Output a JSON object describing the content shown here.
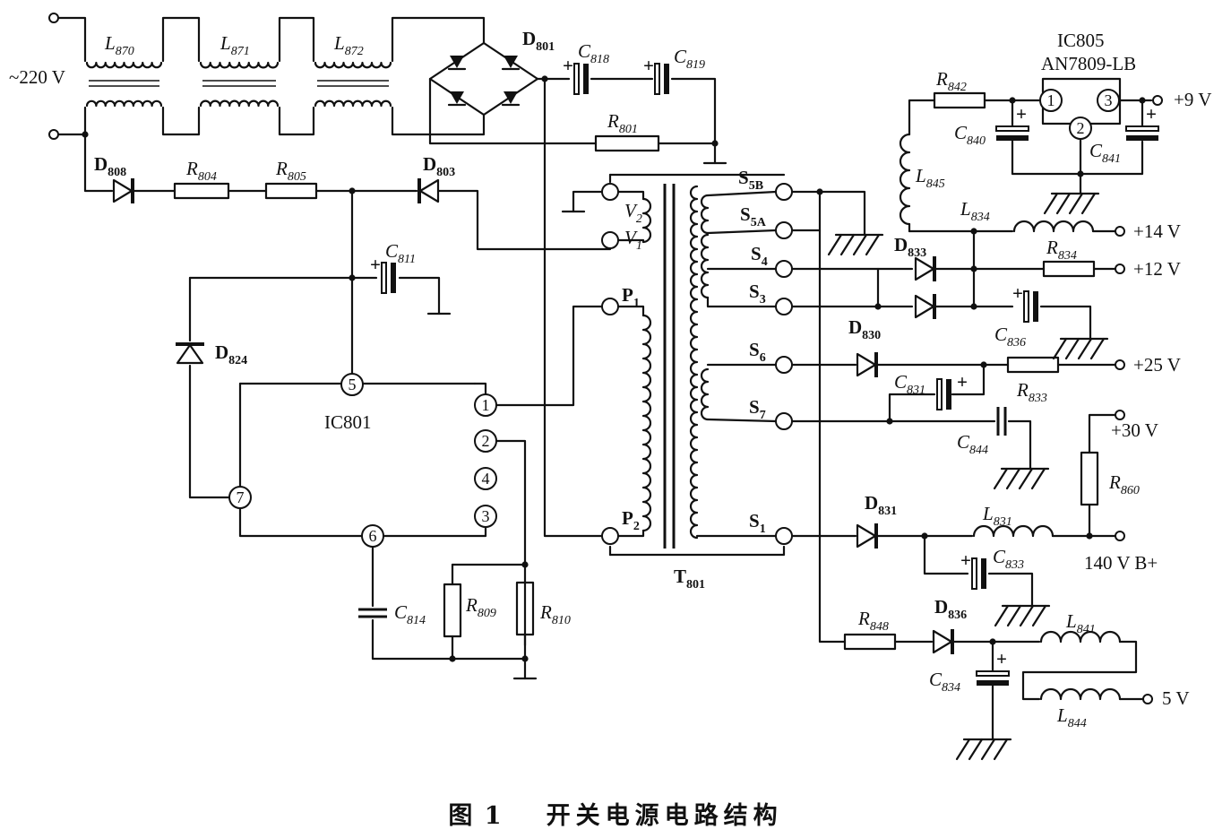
{
  "figure": {
    "caption_number": "图 1",
    "caption_text": "开关电源电路结构"
  },
  "inputs": {
    "mains": "~220 V"
  },
  "outputs": {
    "v9": "+9 V",
    "v14": "+14 V",
    "v12": "+12 V",
    "v25": "+25 V",
    "v30": "+30 V",
    "v140": "140 V B+",
    "v5": "5 V"
  },
  "ics": {
    "ic801": "IC801",
    "ic805": "IC805",
    "ic805_part": "AN7809-LB"
  },
  "ic801_pins": [
    "1",
    "2",
    "3",
    "4",
    "5",
    "6",
    "7"
  ],
  "ic805_pins": [
    "1",
    "2",
    "3"
  ],
  "transformer": {
    "name": {
      "main": "T",
      "sub": "801"
    },
    "primary": [
      {
        "main": "P",
        "sub": "1"
      },
      {
        "main": "P",
        "sub": "2"
      },
      {
        "main": "V",
        "sub": "1"
      },
      {
        "main": "V",
        "sub": "2"
      }
    ],
    "secondary": [
      {
        "main": "S",
        "sub": "5B"
      },
      {
        "main": "S",
        "sub": "5A"
      },
      {
        "main": "S",
        "sub": "4"
      },
      {
        "main": "S",
        "sub": "3"
      },
      {
        "main": "S",
        "sub": "6"
      },
      {
        "main": "S",
        "sub": "7"
      },
      {
        "main": "S",
        "sub": "1"
      }
    ]
  },
  "inductors": [
    {
      "main": "L",
      "sub": "870"
    },
    {
      "main": "L",
      "sub": "871"
    },
    {
      "main": "L",
      "sub": "872"
    },
    {
      "main": "L",
      "sub": "845"
    },
    {
      "main": "L",
      "sub": "834"
    },
    {
      "main": "L",
      "sub": "831"
    },
    {
      "main": "L",
      "sub": "841"
    },
    {
      "main": "L",
      "sub": "844"
    }
  ],
  "diodes": [
    {
      "main": "D",
      "sub": "801"
    },
    {
      "main": "D",
      "sub": "808"
    },
    {
      "main": "D",
      "sub": "803"
    },
    {
      "main": "D",
      "sub": "824"
    },
    {
      "main": "D",
      "sub": "833"
    },
    {
      "main": "D",
      "sub": "830"
    },
    {
      "main": "D",
      "sub": "831"
    },
    {
      "main": "D",
      "sub": "836"
    }
  ],
  "resistors": [
    {
      "main": "R",
      "sub": "804"
    },
    {
      "main": "R",
      "sub": "805"
    },
    {
      "main": "R",
      "sub": "801"
    },
    {
      "main": "R",
      "sub": "809"
    },
    {
      "main": "R",
      "sub": "810"
    },
    {
      "main": "R",
      "sub": "842"
    },
    {
      "main": "R",
      "sub": "834"
    },
    {
      "main": "R",
      "sub": "833"
    },
    {
      "main": "R",
      "sub": "860"
    },
    {
      "main": "R",
      "sub": "848"
    }
  ],
  "capacitors": [
    {
      "main": "C",
      "sub": "818"
    },
    {
      "main": "C",
      "sub": "819"
    },
    {
      "main": "C",
      "sub": "811"
    },
    {
      "main": "C",
      "sub": "814"
    },
    {
      "main": "C",
      "sub": "840"
    },
    {
      "main": "C",
      "sub": "841"
    },
    {
      "main": "C",
      "sub": "836"
    },
    {
      "main": "C",
      "sub": "831"
    },
    {
      "main": "C",
      "sub": "844"
    },
    {
      "main": "C",
      "sub": "833"
    },
    {
      "main": "C",
      "sub": "834"
    }
  ]
}
